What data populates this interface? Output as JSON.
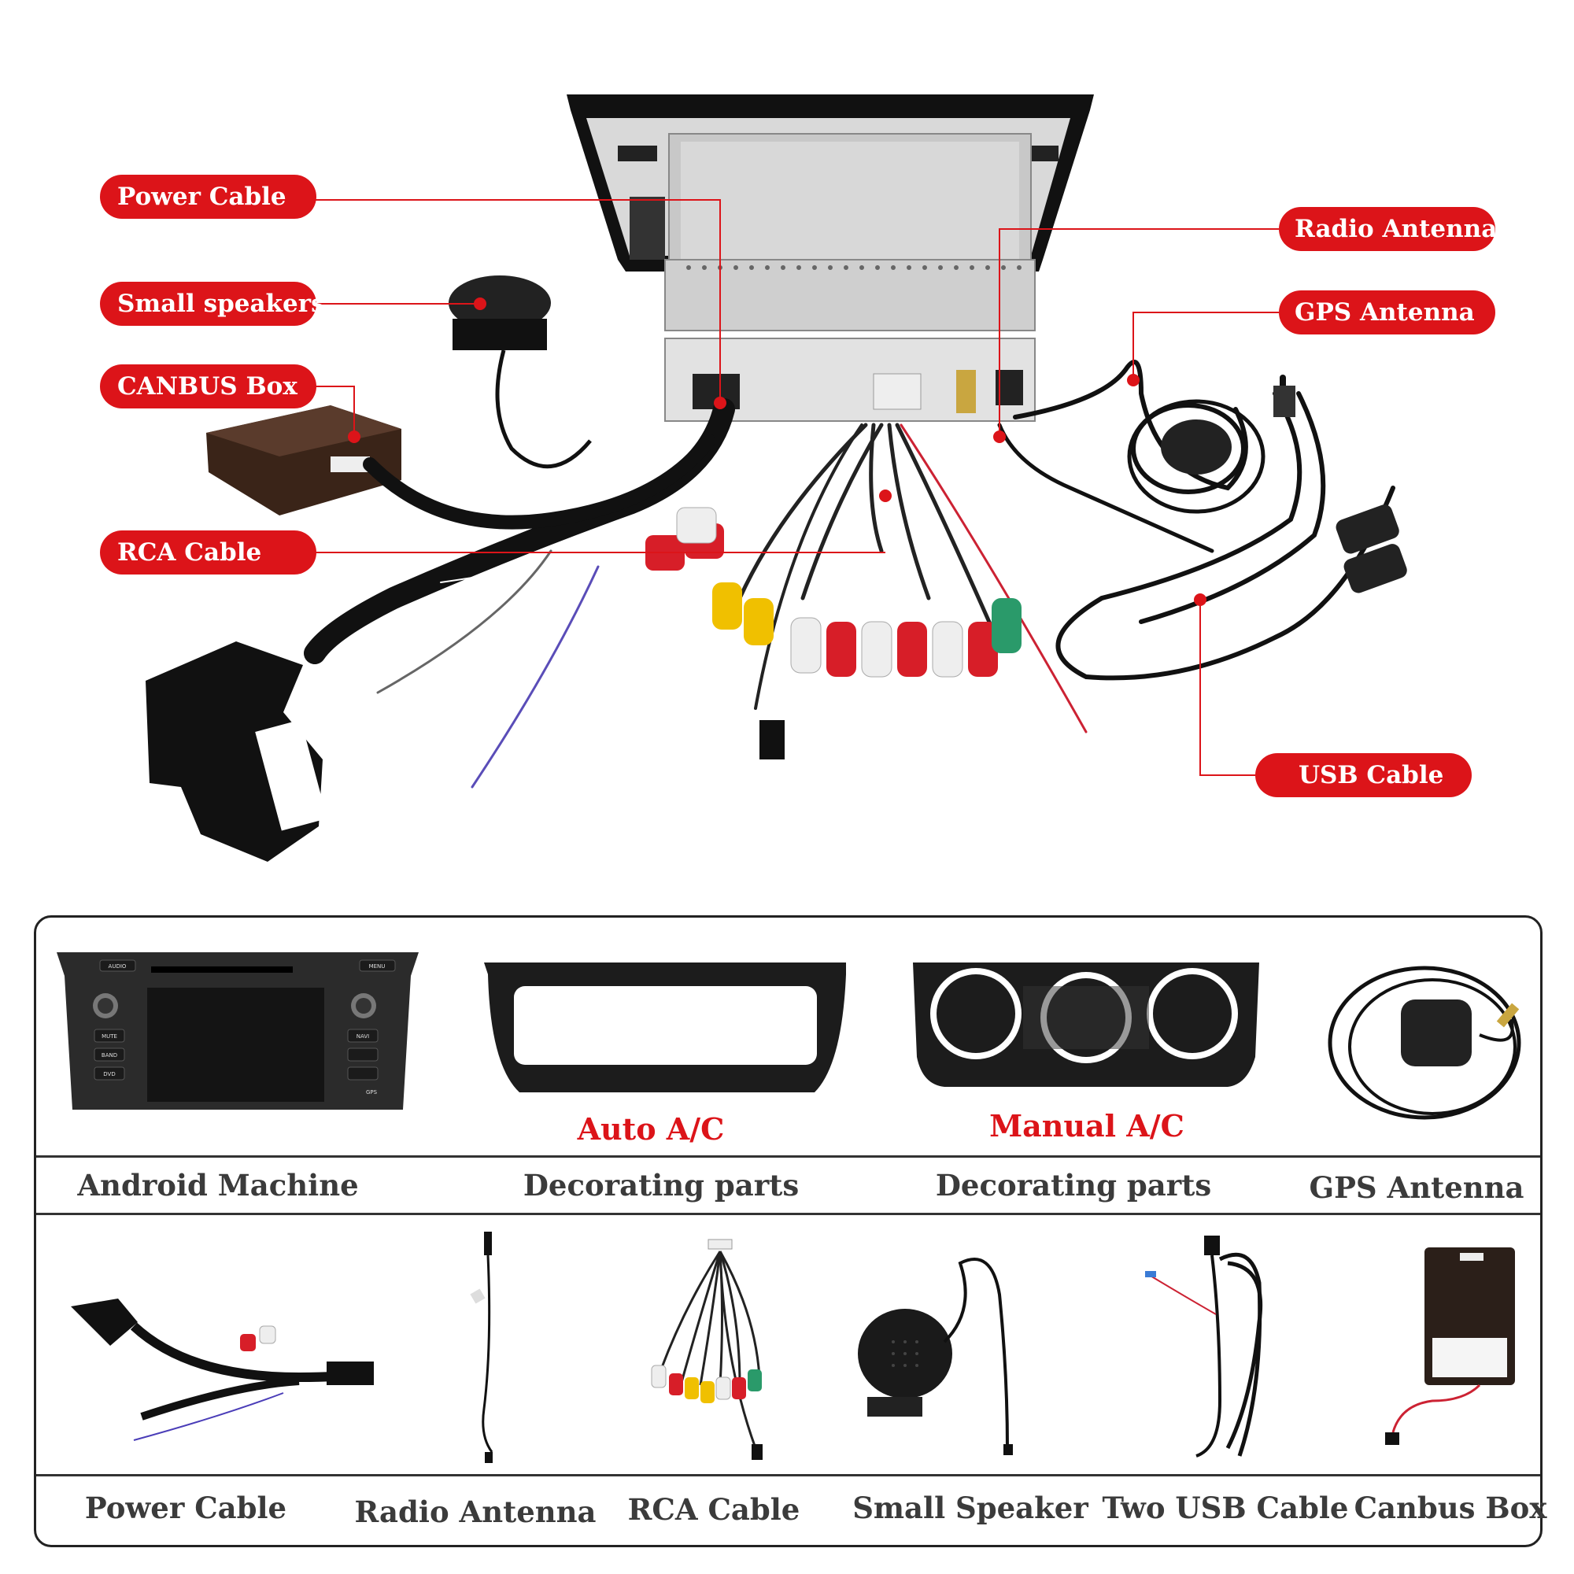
{
  "callouts": {
    "power_cable": "Power Cable",
    "small_speakers": "Small speakers",
    "canbus_box": "CANBUS Box",
    "rca_cable": "RCA Cable",
    "radio_antenna": "Radio Antenna",
    "gps_antenna": "GPS Antenna",
    "usb_cable": "USB Cable"
  },
  "row1": {
    "android_machine": "Android Machine",
    "decorating_parts_1": "Decorating parts",
    "decorating_parts_2": "Decorating parts",
    "gps_antenna": "GPS Antenna",
    "auto_ac": "Auto A/C",
    "manual_ac": "Manual A/C"
  },
  "row2": {
    "power_cable": "Power Cable",
    "radio_antenna": "Radio Antenna",
    "rca_cable": "RCA Cable",
    "small_speaker": "Small Speaker",
    "two_usb_cable": "Two USB Cable",
    "canbus_box": "Canbus Box"
  },
  "unit_buttons": {
    "audio": "AUDIO",
    "menu": "MENU",
    "mute": "MUTE",
    "band": "BAND",
    "dvd": "DVD",
    "navi": "NAVI",
    "gps": "GPS"
  },
  "colors": {
    "accent": "#dc1419",
    "label_text": "#3b3b3b",
    "border": "#222222"
  }
}
